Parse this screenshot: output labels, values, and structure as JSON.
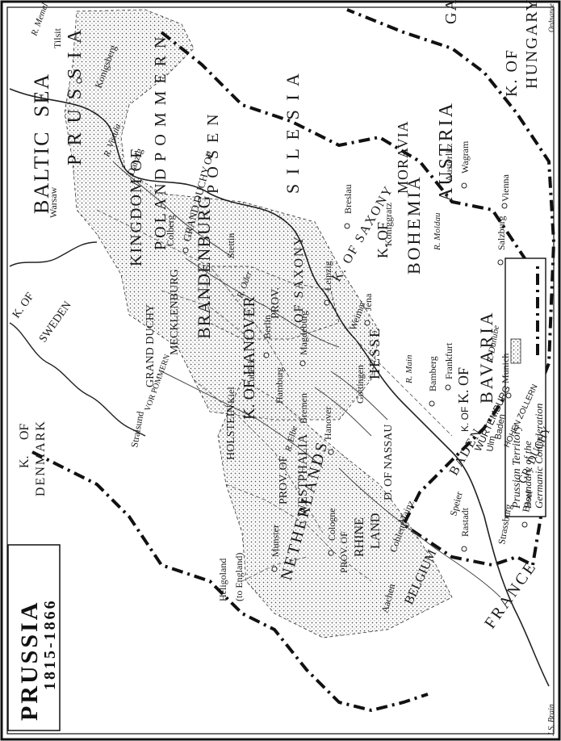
{
  "title": "PRUSSIA",
  "years": "1815-1866",
  "legend": {
    "prussian_territory": "Prussian Territory",
    "boundary_line1": "Boundary of the",
    "boundary_line2": "Germanic Confederation"
  },
  "credit": "J.S. Brain",
  "credit2": "Ordnance",
  "colors": {
    "ink": "#1a1a1a",
    "paper": "#ffffff",
    "stipple": "#555555"
  },
  "labels": {
    "baltic": "BALTIC",
    "sea": "SEA",
    "k_of_1": "K.",
    "of_1": "OF",
    "denmark": "DENMARK",
    "sweden": "SWEDEN",
    "k_of_sweden": "K. OF",
    "kingdom_of": "KINGDOM OF",
    "poland": "POLAND",
    "galicia": "GALICIA",
    "k_of_hungary": "K. OF",
    "hungary": "HUNGARY",
    "prussia_big": "P R U S S I A",
    "pommern": "P O M M E R N",
    "posen": "P O S E N",
    "silesia": "S I L E S I A",
    "brandenburg": "BRANDENBURG",
    "mecklenburg": "MECKLENBURG",
    "grand_duchy": "GRAND DUCHY",
    "grand_duchy_of": "GRAND DUCHY OF",
    "holstein": "HOLSTEIN",
    "k_of_hanover": "K. OF HANOVER",
    "hesse": "HESSE",
    "prov_of_saxony_1": "PROV.",
    "prov_of_saxony_2": "OF SAXONY",
    "k_of_saxony": "K. OF SAXONY",
    "k_of_bohemia_1": "K. OF",
    "bohemia": "BOHEMIA",
    "moravia": "MORAVIA",
    "austria": "AUSTRIA",
    "k_of_bavaria_1": "K. OF",
    "bavaria": "BAVARIA",
    "prov_of_westphalia_1": "PROV. OF",
    "westphalia": "WESTPHALIA",
    "rhine_land_1": "RHINE",
    "rhine_land_2": "LAND",
    "prov_of": "PROV. OF",
    "nassau": "D. OF NASSAU",
    "netherlands": "NETHERLANDS",
    "belgium": "BELGIUM",
    "france": "FRANCE",
    "baden": "BADEN",
    "gr_duchy": "GR. DUCHY",
    "k_of_wurtemburg_1": "K. OF",
    "wurtemburg": "WURTEMBURG",
    "hohenzollern": "HOHEN ZOLLERN",
    "vor_pommern": "VOR POMMERN"
  },
  "cities": {
    "memel_r": "R. Memel",
    "tilsit": "Tilsit",
    "konigsberg": "Konigsberg",
    "danzig": "Danzig",
    "warsaw": "Warsaw",
    "vistula": "R. Vistula",
    "breslau": "Breslau",
    "colberg": "Colberg",
    "stettin": "Stettin",
    "oder": "R. Oder",
    "stralsund": "Stralsund",
    "berlin": "Berlin",
    "magdeburg": "Magdeburg",
    "leipzig": "Leipzig",
    "jena": "Jena",
    "weimar": "Weimar",
    "kiel": "Kiel",
    "lubeck": "Lubeck",
    "hamburg": "Hamburg",
    "bremen": "Bremen",
    "elbe": "R. Elbe",
    "hanover": "Hanover",
    "gottingen": "Gottingen",
    "konigratz": "Koniggratz",
    "austerlitz": "Austerlitz",
    "wagram": "Wagram",
    "vienna": "Vienna",
    "moldau": "R. Moldau",
    "salzburg": "Salzburg",
    "munich": "Munich",
    "danube": "R. Danube",
    "bamberg": "Bamberg",
    "main": "R. Main",
    "frankfurt": "Frankfurt",
    "ulm": "Ulm",
    "baden_c": "Baden",
    "heligoland_1": "Heligoland",
    "heligoland_2": "(to England)",
    "munster": "Munster",
    "cologne": "Cologne",
    "coblentz": "Coblentz",
    "mainz": "Mainz",
    "speier": "Speier",
    "aachen": "Aachen",
    "rastadt": "Rastadt",
    "strassburg": "Strassburg",
    "basel": "Basel"
  }
}
